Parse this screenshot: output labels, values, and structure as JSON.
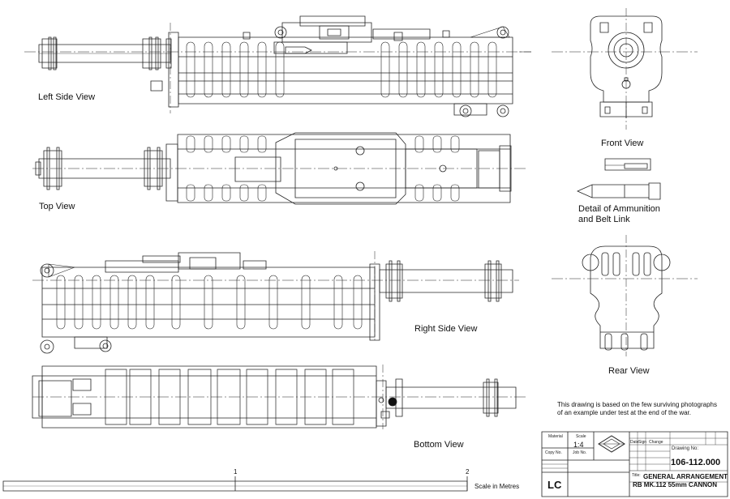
{
  "views": {
    "left_side": "Left Side View",
    "top": "Top View",
    "right_side": "Right Side View",
    "bottom": "Bottom View",
    "front": "Front View",
    "ammo_line1": "Detail of Ammunition",
    "ammo_line2": "and Belt Link",
    "rear": "Rear View"
  },
  "note": {
    "line1": "This drawing is based on the few surviving photographs",
    "line2": "of an example under test at the end of the war."
  },
  "title_block": {
    "material": "Material",
    "scale_label": "Scale",
    "scale_value": "1:4",
    "copy_no": "Copy No.",
    "job_no": "Job No.",
    "col_date": "Date",
    "col_sign": "Sign",
    "col_change": "Change",
    "drawing_no_label": "Drawing No:",
    "drawing_no": "106-112.000",
    "title_label": "Title:",
    "title_line1": "GENERAL ARRANGEMENT",
    "title_line2": "RB MK.112  55mm CANNON",
    "initials": "LC"
  },
  "scale_bar": {
    "tick1": "1",
    "tick2": "2",
    "label": "Scale in Metres"
  }
}
